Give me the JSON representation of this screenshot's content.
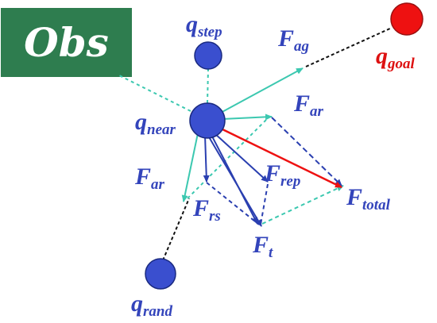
{
  "obstacle": {
    "label": "Obs"
  },
  "nodes": {
    "q_step": {
      "base": "q",
      "sub": "step"
    },
    "q_near": {
      "base": "q",
      "sub": "near"
    },
    "q_goal": {
      "base": "q",
      "sub": "goal"
    },
    "q_rand": {
      "base": "q",
      "sub": "rand"
    }
  },
  "forces": {
    "f_ag": {
      "base": "F",
      "sub": "ag"
    },
    "f_ar_right": {
      "base": "F",
      "sub": "ar"
    },
    "f_ar_left": {
      "base": "F",
      "sub": "ar"
    },
    "f_rep": {
      "base": "F",
      "sub": "rep"
    },
    "f_rs": {
      "base": "F",
      "sub": "rs"
    },
    "f_t": {
      "base": "F",
      "sub": "t"
    },
    "f_total": {
      "base": "F",
      "sub": "total"
    }
  },
  "colors": {
    "obstacle": "#2e7d4f",
    "node_blue": "#3a4fcf",
    "goal_red": "#ee1111",
    "label_blue": "#3344bb",
    "label_red": "#dd1111",
    "teal": "#3cc8b0",
    "navy": "#2a3fb0",
    "red": "#ee1111"
  }
}
